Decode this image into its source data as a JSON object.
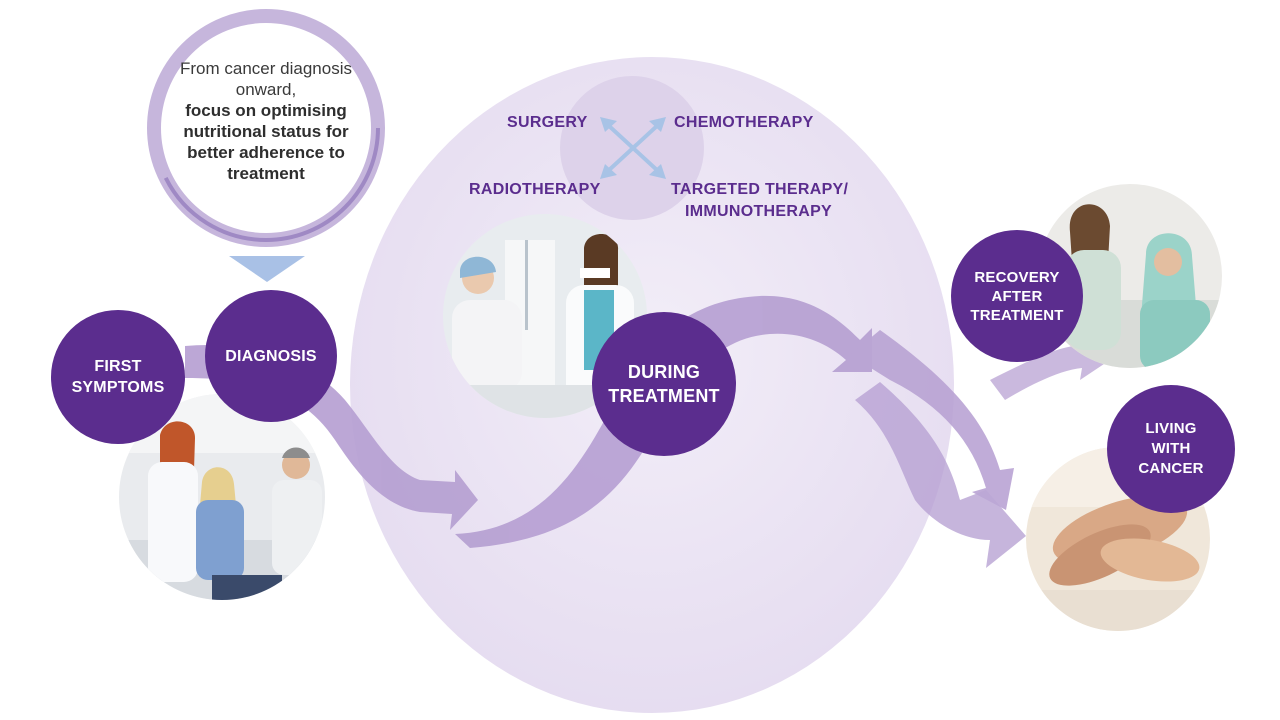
{
  "callout": {
    "intro": "From cancer diagnosis onward,",
    "emphasis": "focus on optimising nutritional status for better adherence to treatment"
  },
  "stages": {
    "first_symptoms": [
      "FIRST",
      "SYMPTOMS"
    ],
    "diagnosis": [
      "DIAGNOSIS"
    ],
    "during_treatment": [
      "DURING",
      "TREATMENT"
    ],
    "recovery": [
      "RECOVERY",
      "AFTER",
      "TREATMENT"
    ],
    "living_with_cancer": [
      "LIVING",
      "WITH",
      "CANCER"
    ]
  },
  "therapies": {
    "surgery": "SURGERY",
    "chemotherapy": "CHEMOTHERAPY",
    "radiotherapy": "RADIOTHERAPY",
    "targeted_line1": "TARGETED THERAPY/",
    "targeted_line2": "IMMUNOTHERAPY"
  },
  "photos": {
    "doctor_consultation": "doctor-with-patients-photo",
    "chemo_infusion": "patient-receiving-treatment-photo",
    "recovery_embrace": "woman-hugging-patient-photo",
    "holding_hands": "holding-hands-photo"
  },
  "colors": {
    "stage_circle": "#5b2d8e",
    "arrow": "#b6a0d2",
    "large_bubble": "#ece6f3",
    "callout_ring": "#a48fc6",
    "therapy_text": "#5b2d8e",
    "cross_arrows": "#a8c3e6",
    "triangle": "#a9c1e6"
  }
}
